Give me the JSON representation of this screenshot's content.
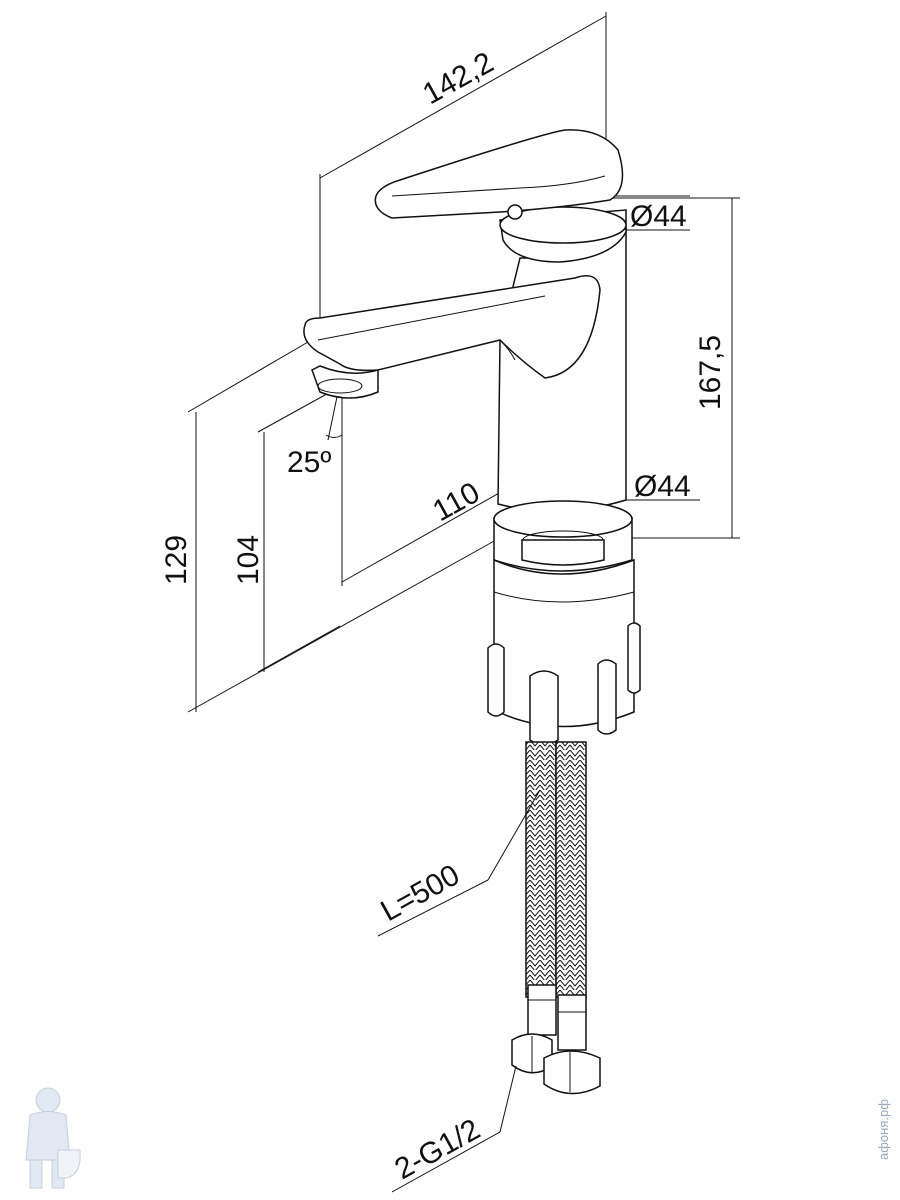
{
  "drawing": {
    "dimensions": {
      "total_length": "142,2",
      "spout_reach": "110",
      "total_height": "129",
      "spout_height": "104",
      "body_height": "167,5",
      "top_diameter": "Ø44",
      "base_diameter": "Ø44",
      "aerator_angle": "25º"
    },
    "hose_length": "L=500",
    "connection": "2-G1/2"
  },
  "watermark": {
    "site": "афоня.рф",
    "logo_icon": "plumber-mascot-icon"
  },
  "colors": {
    "line": "#111111",
    "watermark": "#9aa9bd"
  }
}
